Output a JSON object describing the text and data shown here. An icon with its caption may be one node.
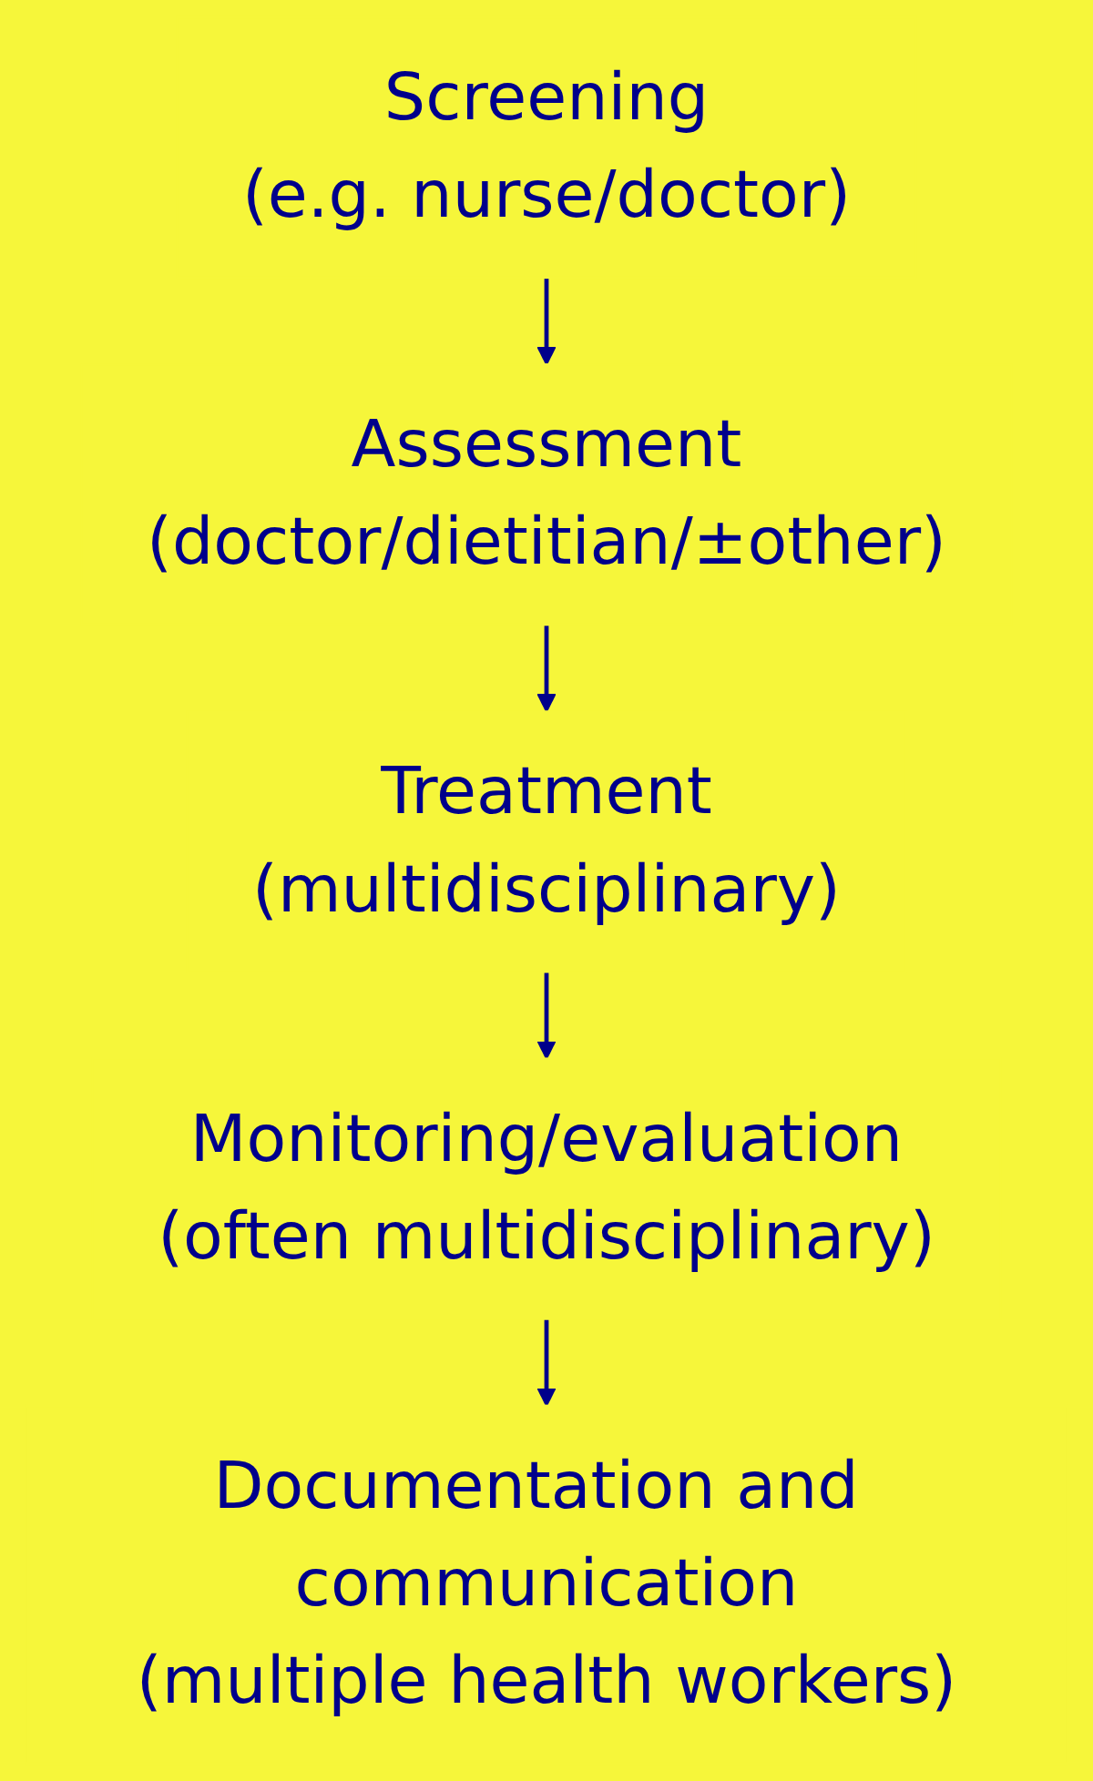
{
  "diagram": {
    "nodes": [
      {
        "text": [
          "Screening",
          "(e.g. nurse/doctor)"
        ]
      },
      {
        "text": [
          "Assessment",
          "(doctor/dietitian/±other)"
        ]
      },
      {
        "text": [
          "Treatment",
          "(multidisciplinary)"
        ]
      },
      {
        "text": [
          "Monitoring/evaluation",
          "(often multidisciplinary)"
        ]
      },
      {
        "text": [
          "Documentation and communication",
          "(multiple health workers)"
        ]
      }
    ],
    "edges": [
      {
        "from": 0,
        "to": 1,
        "arrow": "to"
      },
      {
        "from": 1,
        "to": 2,
        "arrow": "to"
      },
      {
        "from": 2,
        "to": 3,
        "arrow": "to"
      },
      {
        "from": 3,
        "to": 4,
        "arrow": "to"
      }
    ]
  }
}
